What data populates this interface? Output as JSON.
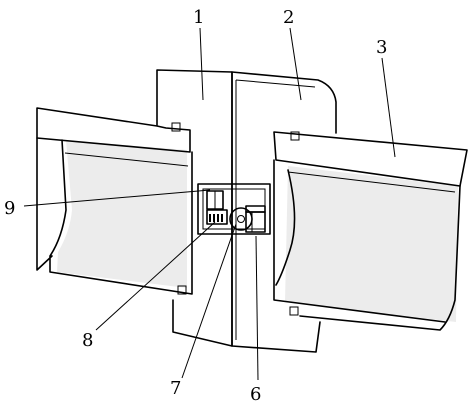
{
  "callouts": {
    "n1": "1",
    "n2": "2",
    "n3": "3",
    "n6": "6",
    "n7": "7",
    "n8": "8",
    "n9": "9"
  }
}
